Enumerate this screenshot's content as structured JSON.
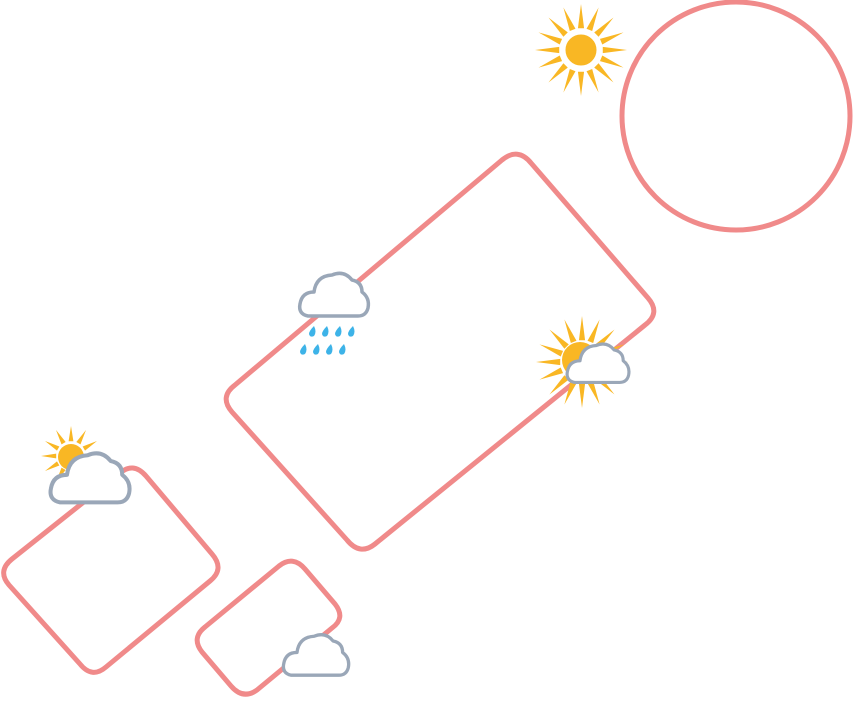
{
  "colors": {
    "shape_stroke": "#F08A8A",
    "sun_fill": "#F9B724",
    "sun_rays": "#F9B724",
    "cloud_fill": "#FFFFFF",
    "cloud_stroke": "#9AA7B8",
    "rain": "#3DB3E8",
    "background": "#FFFFFF"
  },
  "shapes": [
    {
      "name": "large-circle",
      "kind": "circle"
    },
    {
      "name": "large-rotated-rectangle",
      "kind": "rounded-rectangle"
    },
    {
      "name": "left-rotated-rectangle",
      "kind": "rounded-rectangle"
    },
    {
      "name": "small-rotated-rectangle",
      "kind": "rounded-rectangle"
    }
  ],
  "icons": [
    {
      "name": "sun-icon",
      "weather": "sunny"
    },
    {
      "name": "rain-cloud-icon",
      "weather": "rain"
    },
    {
      "name": "partly-cloudy-icon",
      "weather": "partly-cloudy"
    },
    {
      "name": "partly-cloudy-small-icon",
      "weather": "partly-cloudy"
    },
    {
      "name": "cloud-icon",
      "weather": "cloudy"
    }
  ]
}
